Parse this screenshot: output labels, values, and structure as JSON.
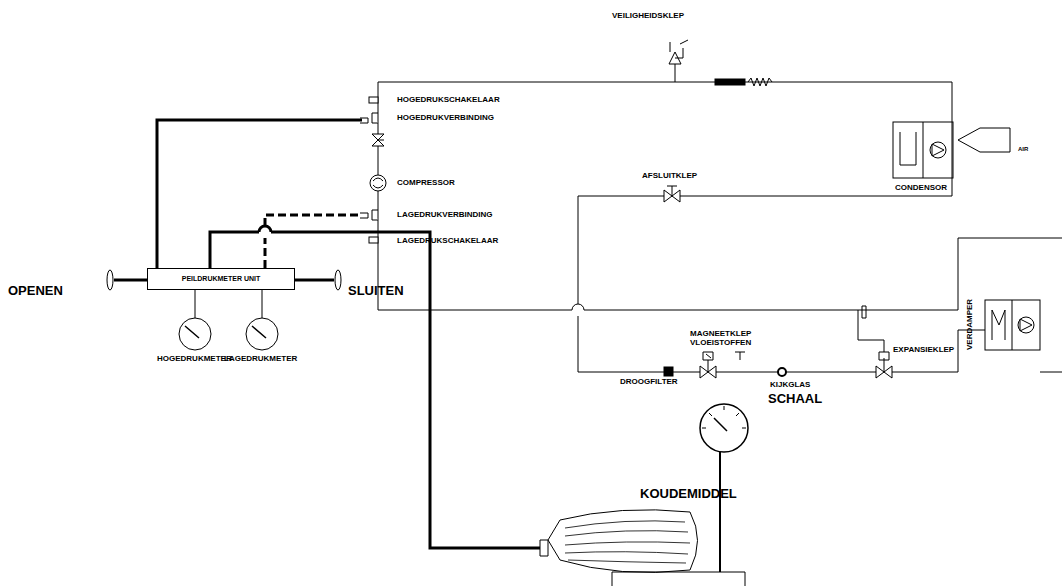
{
  "diagram": {
    "nodes": [
      {
        "text": [
          "PEILDRUKMETER UNIT"
        ]
      }
    ],
    "labels": [
      "VEILIGHEIDSKLEP",
      "HOGEDRUKSCHAKELAAR",
      "HOGEDRUKVERBINDING",
      "COMPRESSOR",
      "LAGEDRUKVERBINDING",
      "LAGEDRUKSCHAKELAAR",
      "AFSLUITKLEP",
      "CONDENSOR",
      "AIR",
      "VERDAMPER",
      "MAGNEETKLEP VLOEISTOFFEN",
      "DROOGFILTER",
      "KIJKGLAS",
      "EXPANSIEKLEP",
      "SCHAAL",
      "KOUDEMIDDEL",
      "OPENEN",
      "SLUITEN",
      "HOGEDRUKMETER",
      "LAGEDRUKMETER"
    ]
  }
}
